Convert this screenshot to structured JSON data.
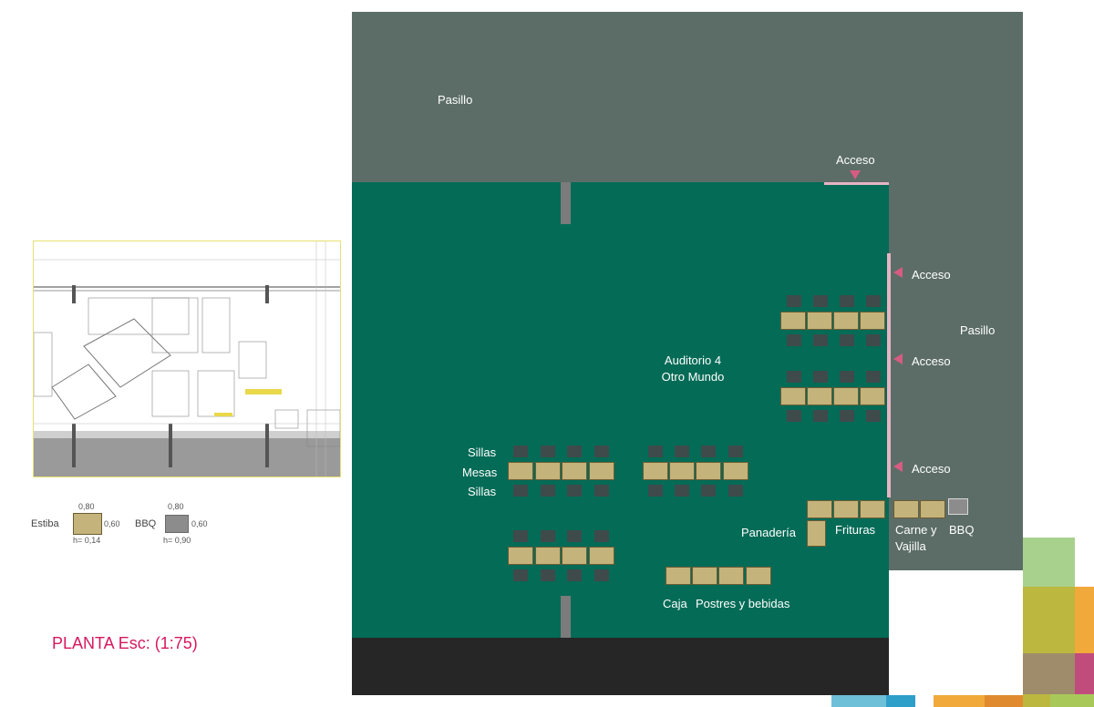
{
  "labels": {
    "pasillo_top": "Pasillo",
    "pasillo_right": "Pasillo",
    "acceso_top": "Acceso",
    "acceso_1": "Acceso",
    "acceso_2": "Acceso",
    "acceso_3": "Acceso",
    "auditorio_line1": "Auditorio 4",
    "auditorio_line2": "Otro Mundo",
    "sillas_top": "Sillas",
    "mesas": "Mesas",
    "sillas_bottom": "Sillas",
    "panaderia": "Panadería",
    "frituras": "Frituras",
    "carne_line1": "Carne y",
    "carne_line2": "Vajilla",
    "bbq": "BBQ",
    "caja": "Caja",
    "postres": "Postres y bebidas"
  },
  "legend": {
    "estiba_label": "Estiba",
    "estiba_width": "0,80",
    "estiba_depth": "0,60",
    "estiba_height": "h= 0,14",
    "bbq_label": "BBQ",
    "bbq_width": "0,80",
    "bbq_depth": "0,60",
    "bbq_height": "h= 0,90"
  },
  "plan_title": "PLANTA Esc: (1:75)",
  "colors": {
    "hall": "#5c6d67",
    "room": "#046b56",
    "dark_floor": "#262626",
    "table": "#c4b37a",
    "chair": "#3f4a4b",
    "access": "#d65c82",
    "title": "#d6175f"
  }
}
